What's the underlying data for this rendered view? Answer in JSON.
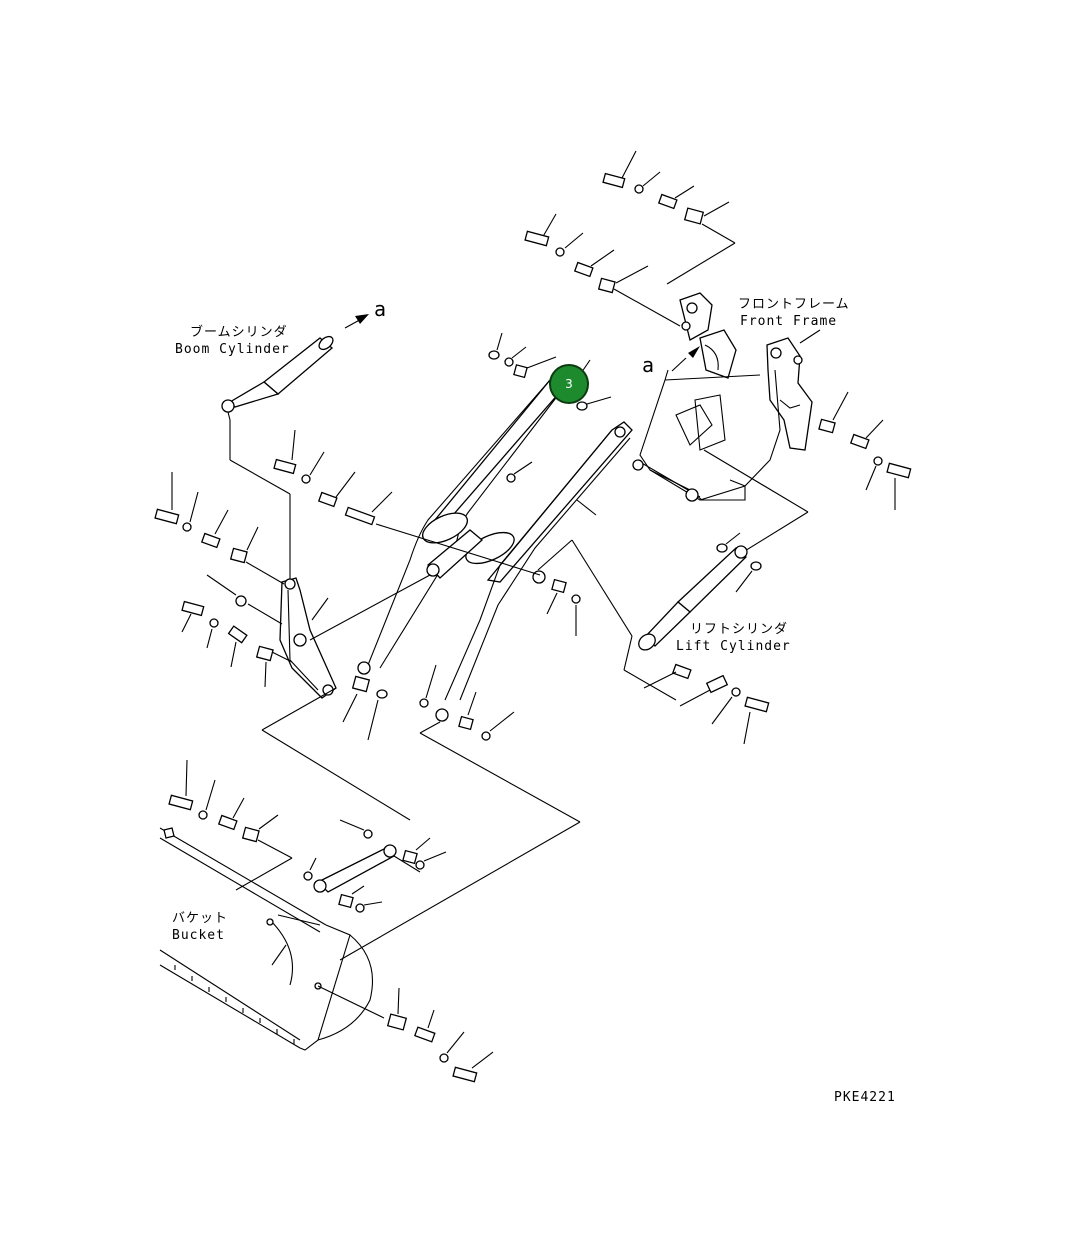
{
  "labels": {
    "front_frame_jp": "フロントフレーム",
    "front_frame_en": "Front Frame",
    "boom_cylinder_jp": "ブームシリンダ",
    "boom_cylinder_en": "Boom Cylinder",
    "lift_cylinder_jp": "リフトシリンダ",
    "lift_cylinder_en": "Lift Cylinder",
    "bucket_jp": "バケット",
    "bucket_en": "Bucket",
    "ref_a_1": "a",
    "ref_a_2": "a",
    "drawing_code": "PKE4221"
  },
  "callout": {
    "number": "3",
    "color": "#1e8a2e"
  }
}
